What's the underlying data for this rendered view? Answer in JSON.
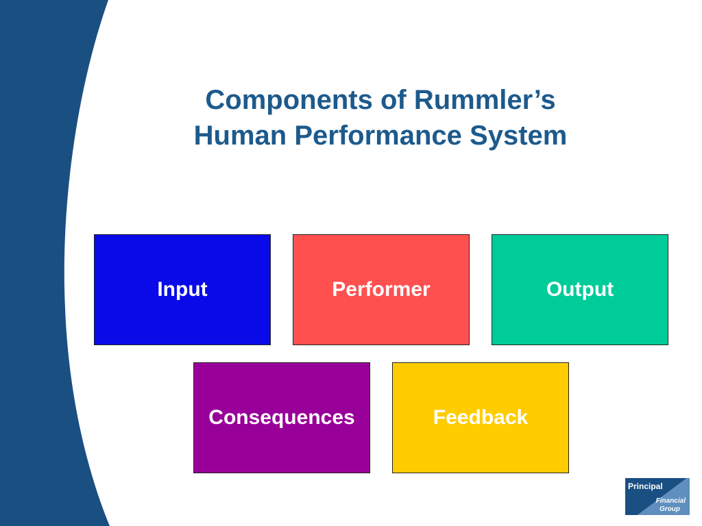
{
  "title": {
    "line1": "Components of Rummler’s",
    "line2": "Human Performance System"
  },
  "components": {
    "input": "Input",
    "performer": "Performer",
    "output": "Output",
    "consequences": "Consequences",
    "feedback": "Feedback"
  },
  "logo": {
    "word1": "Principal",
    "word2": "Financial",
    "word3": "Group"
  },
  "colors": {
    "title": "#1d5a8c",
    "side_band": "#1a4f82",
    "input": "#0a0ae8",
    "performer": "#ff5050",
    "output": "#00cc99",
    "consequences": "#990099",
    "feedback": "#ffcc00",
    "logo_dark": "#1a4f82",
    "logo_light": "#5e8fbf"
  }
}
